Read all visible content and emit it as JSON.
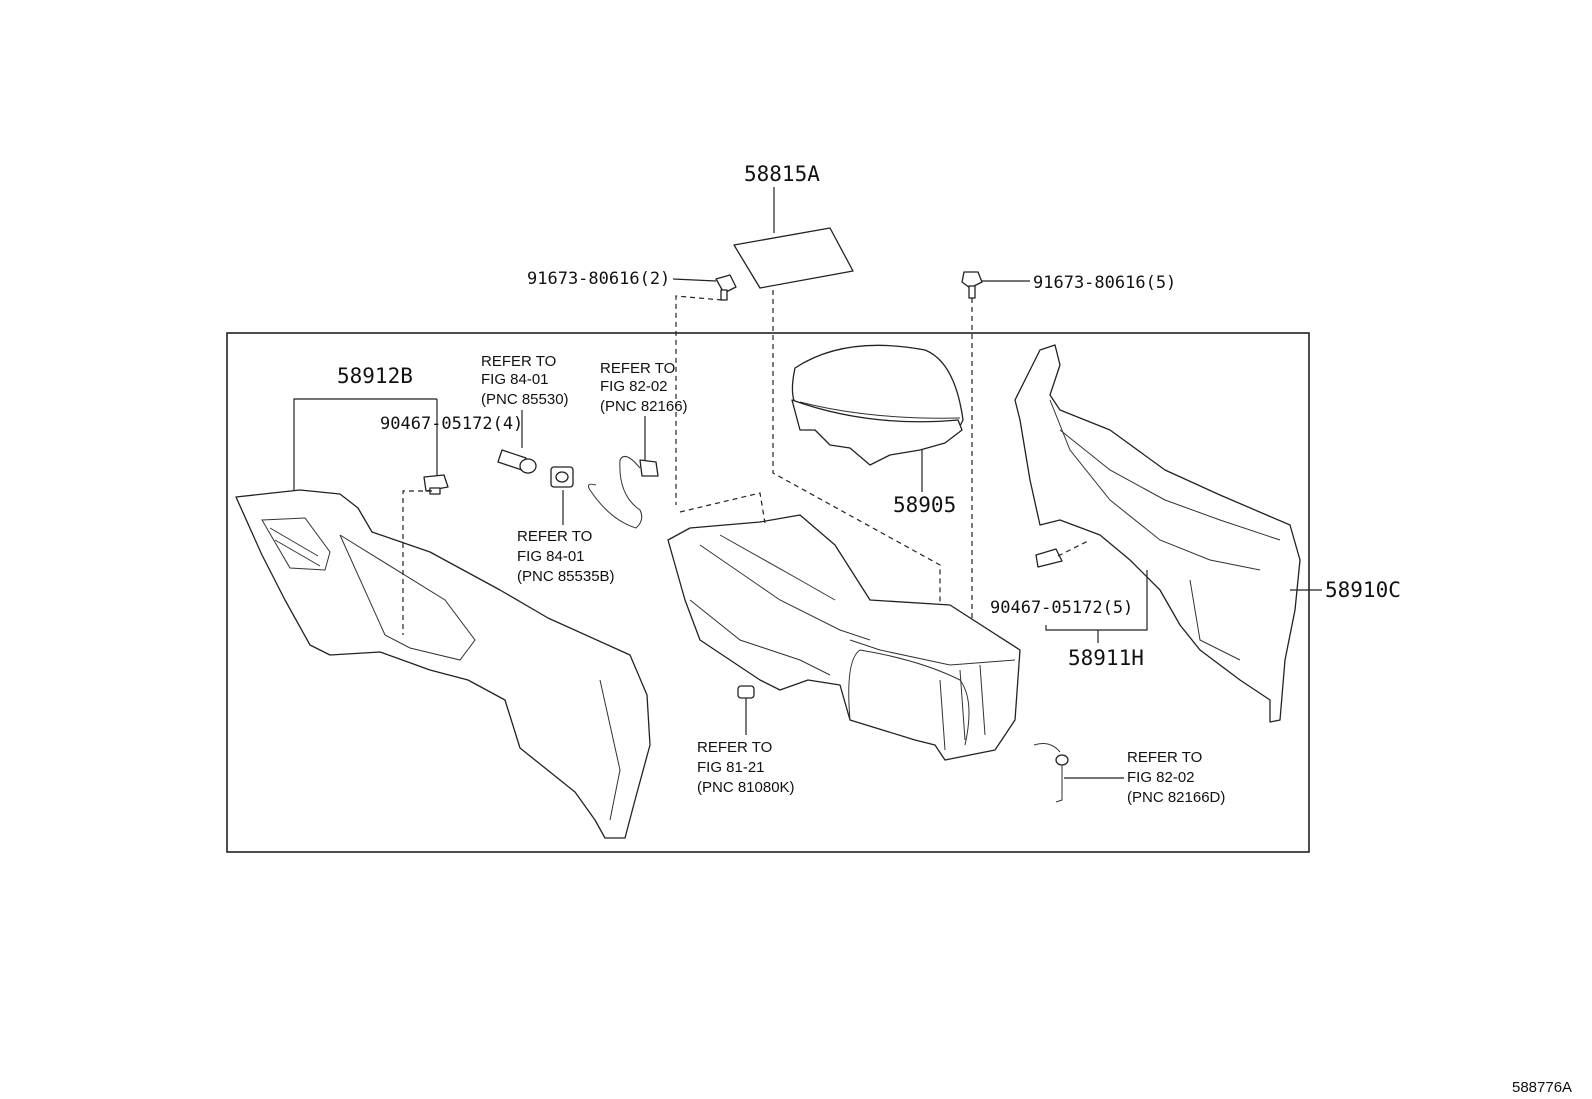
{
  "diagram": {
    "part_numbers": {
      "p58815A": "58815A",
      "p58912B": "58912B",
      "p58905": "58905",
      "p58910C": "58910C",
      "p58911H": "58911H"
    },
    "fasteners": {
      "bolt_left": "91673-80616(2)",
      "bolt_right": "91673-80616(5)",
      "clip_left": "90467-05172(4)",
      "clip_right": "90467-05172(5)"
    },
    "references": {
      "ref_85530": [
        "REFER TO",
        "FIG 84-01",
        "(PNC 85530)"
      ],
      "ref_82166": [
        "REFER TO",
        "FIG 82-02",
        "(PNC 82166)"
      ],
      "ref_85535B": [
        "REFER TO",
        "FIG 84-01",
        "(PNC 85535B)"
      ],
      "ref_81080K": [
        "REFER TO",
        "FIG 81-21",
        "(PNC 81080K)"
      ],
      "ref_82166D": [
        "REFER TO",
        "FIG 82-02",
        "(PNC 82166D)"
      ]
    },
    "figure_id": "588776A"
  }
}
